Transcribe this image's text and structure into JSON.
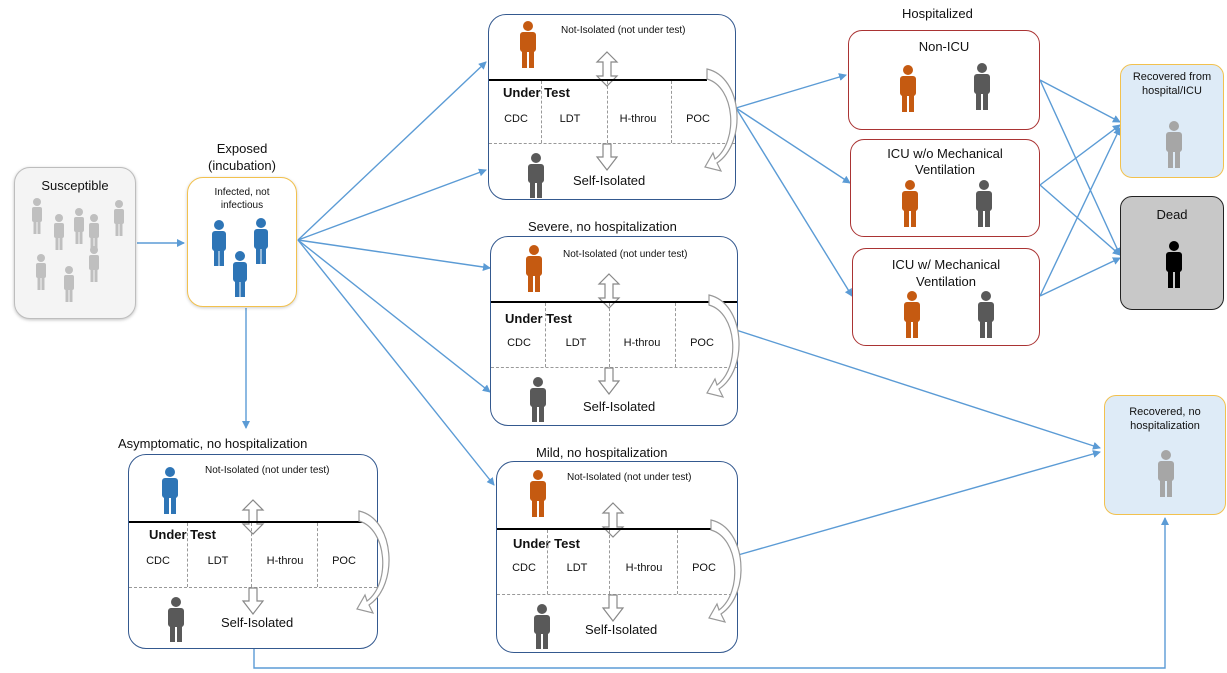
{
  "susceptible": {
    "label": "Susceptible"
  },
  "exposed": {
    "title_line1": "Exposed",
    "title_line2": "(incubation)",
    "inner_line1": "Infected, not",
    "inner_line2": "infectious"
  },
  "compartments": {
    "symptomatic_top": {
      "title": "",
      "not_isolated": "Not-Isolated (not under test)",
      "under_test": "Under Test",
      "tests": [
        "CDC",
        "LDT",
        "H-throu",
        "POC"
      ],
      "self_isolated": "Self-Isolated"
    },
    "severe": {
      "title": "Severe, no hospitalization",
      "not_isolated": "Not-Isolated (not under test)",
      "under_test": "Under Test",
      "tests": [
        "CDC",
        "LDT",
        "H-throu",
        "POC"
      ],
      "self_isolated": "Self-Isolated"
    },
    "mild": {
      "title": "Mild, no hospitalization",
      "not_isolated": "Not-Isolated (not under test)",
      "under_test": "Under Test",
      "tests": [
        "CDC",
        "LDT",
        "H-throu",
        "POC"
      ],
      "self_isolated": "Self-Isolated"
    },
    "asymptomatic": {
      "title": "Asymptomatic, no hospitalization",
      "not_isolated": "Not-Isolated (not under test)",
      "under_test": "Under Test",
      "tests": [
        "CDC",
        "LDT",
        "H-throu",
        "POC"
      ],
      "self_isolated": "Self-Isolated"
    }
  },
  "hospitalized": {
    "title": "Hospitalized",
    "non_icu": "Non-ICU",
    "icu_wo_line1": "ICU w/o Mechanical",
    "icu_wo_line2": "Ventilation",
    "icu_w_line1": "ICU w/ Mechanical",
    "icu_w_line2": "Ventilation"
  },
  "outcomes": {
    "recovered_hospital_line1": "Recovered from",
    "recovered_hospital_line2": "hospital/ICU",
    "dead": "Dead",
    "recovered_no_hosp_line1": "Recovered, no",
    "recovered_no_hosp_line2": "hospitalization"
  },
  "colors": {
    "arrow": "#5b9bd5",
    "orange_person": "#c55a11",
    "blue_person": "#2e75b6",
    "grey_person": "#595959",
    "light_person": "#bfbfbf",
    "black_person": "#000000",
    "hosp_border": "#a33333",
    "compartment_border": "#34598f",
    "outcome_fill": "#deebf7",
    "outcome_border": "#f2c14e"
  }
}
